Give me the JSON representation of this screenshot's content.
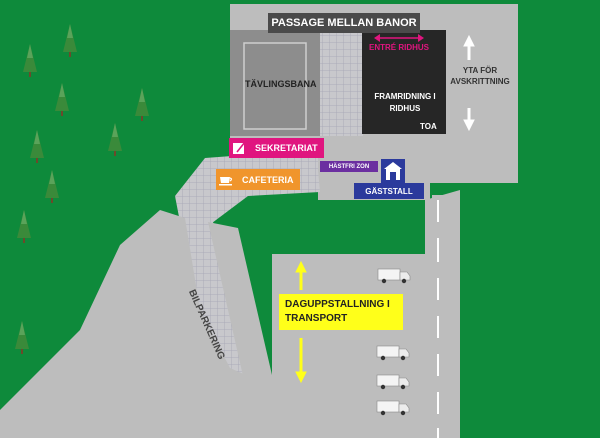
{
  "map": {
    "labels": {
      "passage": "PASSAGE MELLAN BANOR",
      "arena": "TÄVLINGSBANA",
      "entre": "ENTRÉ RIDHUS",
      "framridning": "FRAMRIDNING I RIDHUS",
      "toa": "TOA",
      "yta": "YTA FÖR AVSKRITTNING",
      "sekretariat": "SEKRETARIAT",
      "cafeteria": "CAFETERIA",
      "hastfri": "HÄSTFRI ZON",
      "gaststall": "GÄSTSTALL",
      "bilparkering": "BILPARKERING",
      "daguppstallning": "DAGUPPSTALLNING I TRANSPORT"
    },
    "colors": {
      "grass": "#0e8a3b",
      "paving": "#bdbdbd",
      "dark": "#4a4a4a",
      "pink": "#e0157f",
      "orange": "#f0952c",
      "purple": "#6b2fa0",
      "blue": "#2b3a9c",
      "yellow": "#ffff1a"
    },
    "icons": [
      "tree-icon",
      "pencil-note-icon",
      "coffee-cup-icon",
      "stable-icon",
      "truck-icon",
      "arrow-up-down-icon",
      "double-arrow-icon"
    ]
  }
}
